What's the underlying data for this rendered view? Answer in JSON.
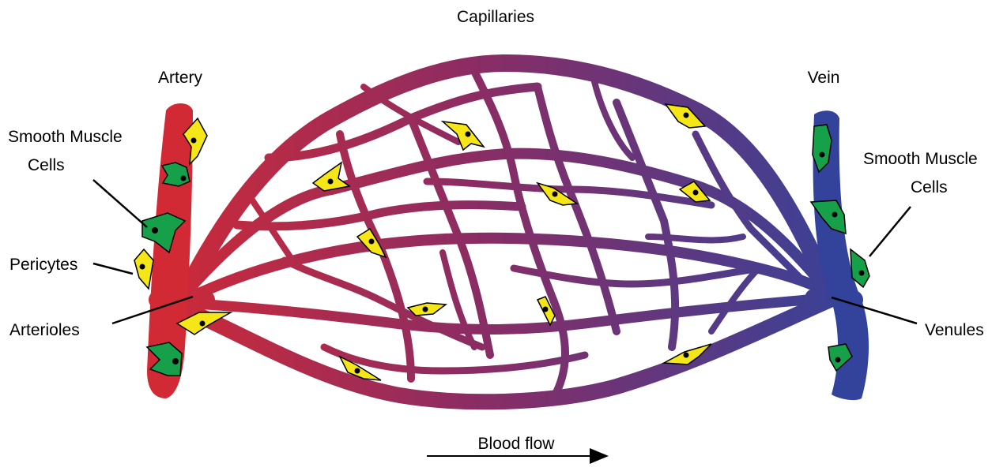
{
  "labels": {
    "capillaries": "Capillaries",
    "artery": "Artery",
    "vein": "Vein",
    "smooth_muscle_left_line1": "Smooth Muscle",
    "smooth_muscle_left_line2": "Cells",
    "smooth_muscle_right_line1": "Smooth Muscle",
    "smooth_muscle_right_line2": "Cells",
    "pericytes": "Pericytes",
    "arterioles": "Arterioles",
    "venules": "Venules",
    "blood_flow": "Blood flow"
  },
  "colors": {
    "artery": "#d12a35",
    "vein": "#33439b",
    "mid": "#7a2d6e",
    "pericyte": "#f5e617",
    "smooth_muscle": "#17a04a",
    "outline": "#000000"
  }
}
